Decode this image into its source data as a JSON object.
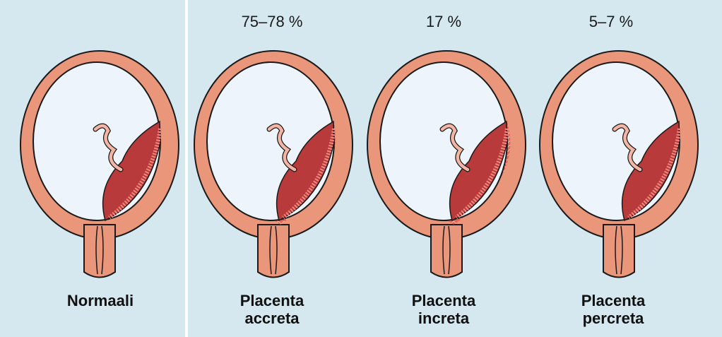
{
  "panels": [
    {
      "id": "normal",
      "percent": "",
      "label_lines": [
        "Normaali"
      ],
      "invasion": "none"
    },
    {
      "id": "accreta",
      "percent": "75–78 %",
      "label_lines": [
        "Placenta",
        "accreta"
      ],
      "invasion": "accreta"
    },
    {
      "id": "increta",
      "percent": "17 %",
      "label_lines": [
        "Placenta",
        "increta"
      ],
      "invasion": "increta"
    },
    {
      "id": "percreta",
      "percent": "5–7 %",
      "label_lines": [
        "Placenta",
        "percreta"
      ],
      "invasion": "percreta"
    }
  ],
  "colors": {
    "background": "#d5e8ef",
    "uterus_wall": "#e9967a",
    "cavity": "#eef4fb",
    "placenta": "#b83a3a",
    "invasion": "#e8534a",
    "outline": "#1a1a1a"
  }
}
